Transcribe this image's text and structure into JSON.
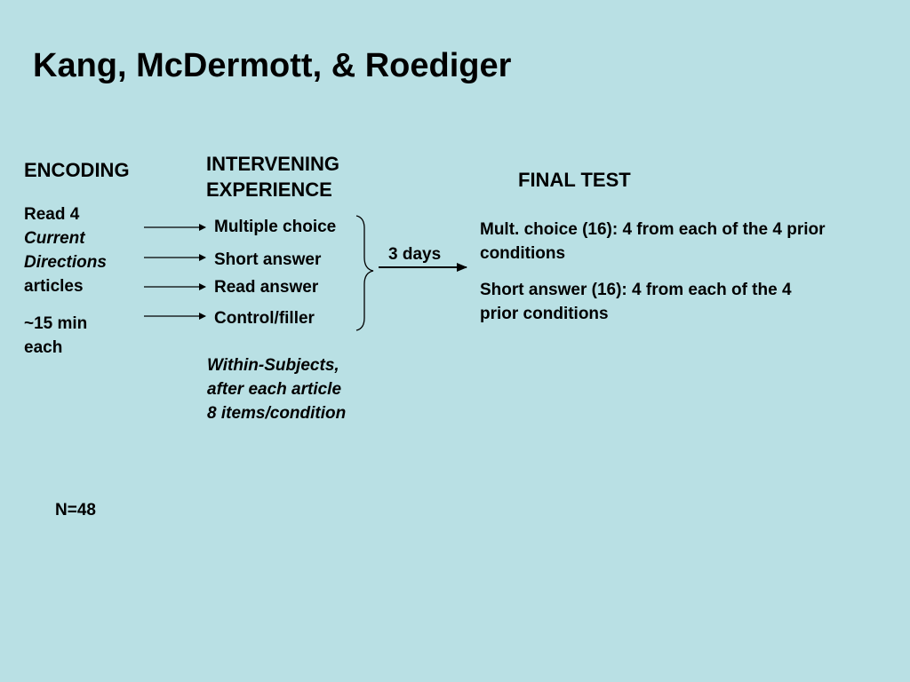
{
  "title": "Kang, McDermott, & Roediger",
  "encoding": {
    "header": "ENCODING",
    "read_line": "Read 4",
    "journal_line1": "Current",
    "journal_line2": "Directions",
    "articles_line": "articles",
    "duration_line1": "~15 min",
    "duration_line2": "each"
  },
  "intervening": {
    "header_line1": "INTERVENING",
    "header_line2": "EXPERIENCE",
    "conditions": [
      "Multiple choice",
      "Short answer",
      "Read answer",
      "Control/filler"
    ],
    "note_lines": [
      "Within-Subjects,",
      "after each article",
      "8 items/condition"
    ]
  },
  "delay": {
    "label": "3 days"
  },
  "final_test": {
    "header": "FINAL TEST",
    "item1_line1": "Mult. choice (16): 4 from each of the 4 prior",
    "item1_line2": "conditions",
    "item2_line1": "Short answer (16): 4 from each of the 4",
    "item2_line2": "prior conditions"
  },
  "sample": {
    "label": "N=48"
  }
}
